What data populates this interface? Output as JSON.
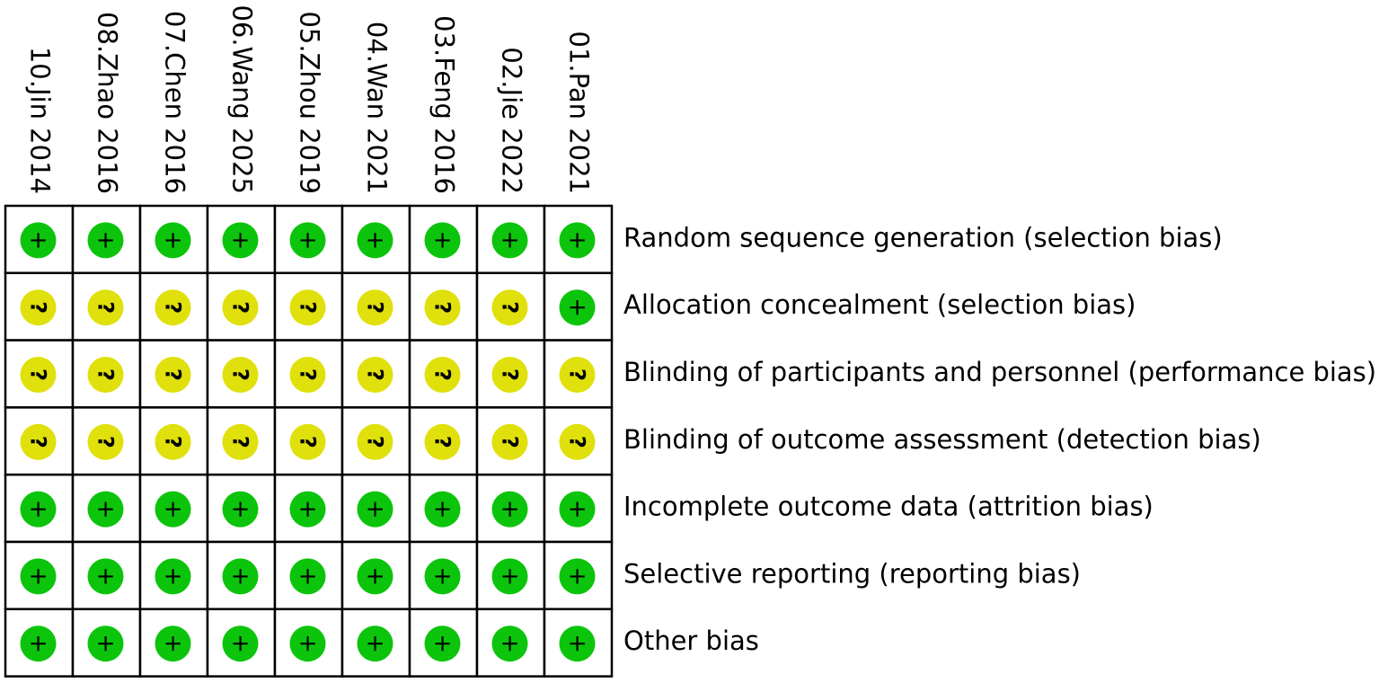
{
  "chart_data": {
    "type": "table",
    "studies": [
      "10.Jin 2014",
      "08.Zhao 2016",
      "07.Chen 2016",
      "06.Wang 2025",
      "05.Zhou 2019",
      "04.Wan 2021",
      "03.Feng 2016",
      "02.Jie 2022",
      "01.Pan 2021"
    ],
    "domains": [
      "Random sequence generation (selection bias)",
      "Allocation concealment (selection bias)",
      "Blinding of participants and personnel (performance bias)",
      "Blinding of outcome assessment (detection bias)",
      "Incomplete outcome data (attrition bias)",
      "Selective reporting (reporting bias)",
      "Other bias"
    ],
    "judgements": [
      [
        "+",
        "+",
        "+",
        "+",
        "+",
        "+",
        "+",
        "+",
        "+"
      ],
      [
        "?",
        "?",
        "?",
        "?",
        "?",
        "?",
        "?",
        "?",
        "+"
      ],
      [
        "?",
        "?",
        "?",
        "?",
        "?",
        "?",
        "?",
        "?",
        "?"
      ],
      [
        "?",
        "?",
        "?",
        "?",
        "?",
        "?",
        "?",
        "?",
        "?"
      ],
      [
        "+",
        "+",
        "+",
        "+",
        "+",
        "+",
        "+",
        "+",
        "+"
      ],
      [
        "+",
        "+",
        "+",
        "+",
        "+",
        "+",
        "+",
        "+",
        "+"
      ],
      [
        "+",
        "+",
        "+",
        "+",
        "+",
        "+",
        "+",
        "+",
        "+"
      ]
    ],
    "colors": {
      "+": "#0cc40c",
      "?": "#e0e00c",
      "grid": "#000000",
      "text": "#000000"
    }
  }
}
